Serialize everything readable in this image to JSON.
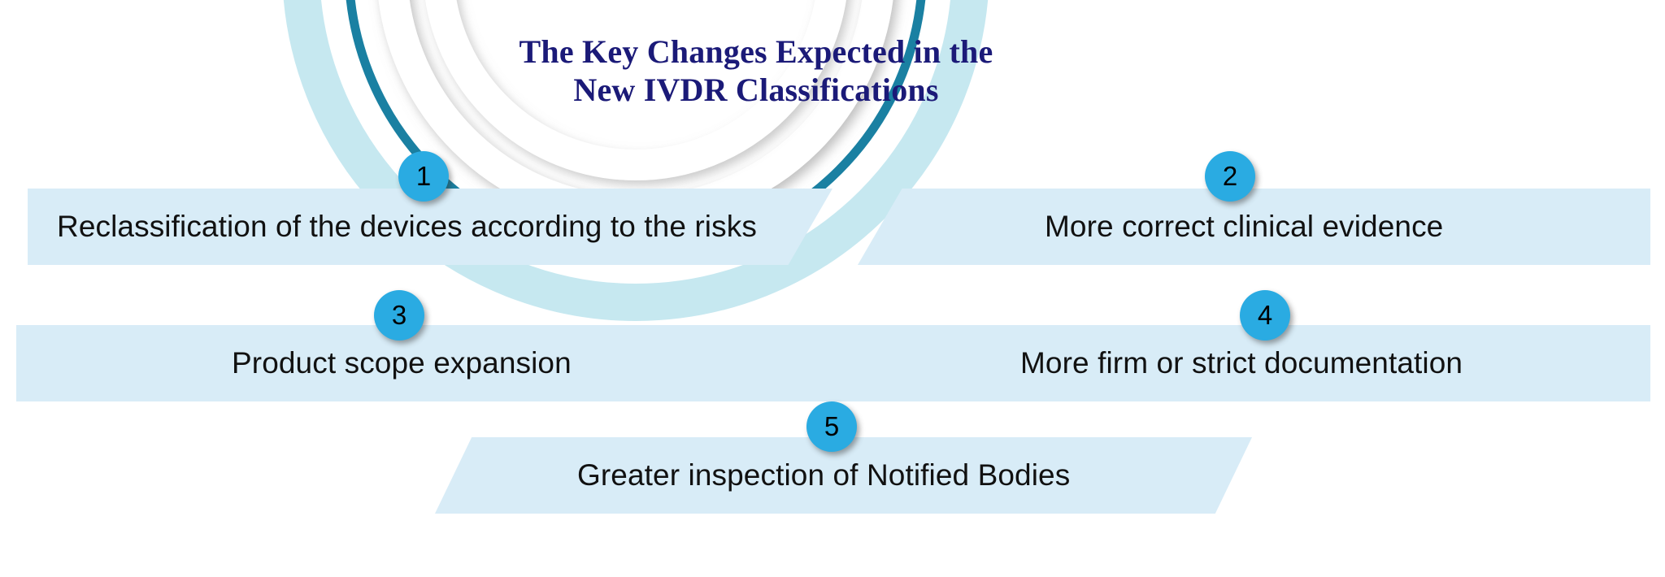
{
  "title": {
    "line1": "The Key Changes Expected in the",
    "line2": "New IVDR Classifications",
    "color": "#1b1a78"
  },
  "theme": {
    "band_fill": "#d8ecf7",
    "badge_fill": "#2aabe2",
    "arc_teal": "#1a80a2",
    "arc_pale_cyan": "#c2e7ef",
    "arc_white": "#ffffff",
    "text_color": "#111111",
    "background": "#ffffff"
  },
  "items": [
    {
      "number": "1",
      "label": "Reclassification of the devices according to the risks"
    },
    {
      "number": "2",
      "label": "More correct clinical evidence"
    },
    {
      "number": "3",
      "label": "Product scope expansion"
    },
    {
      "number": "4",
      "label": "More firm or strict documentation"
    },
    {
      "number": "5",
      "label": "Greater inspection of Notified Bodies"
    }
  ]
}
